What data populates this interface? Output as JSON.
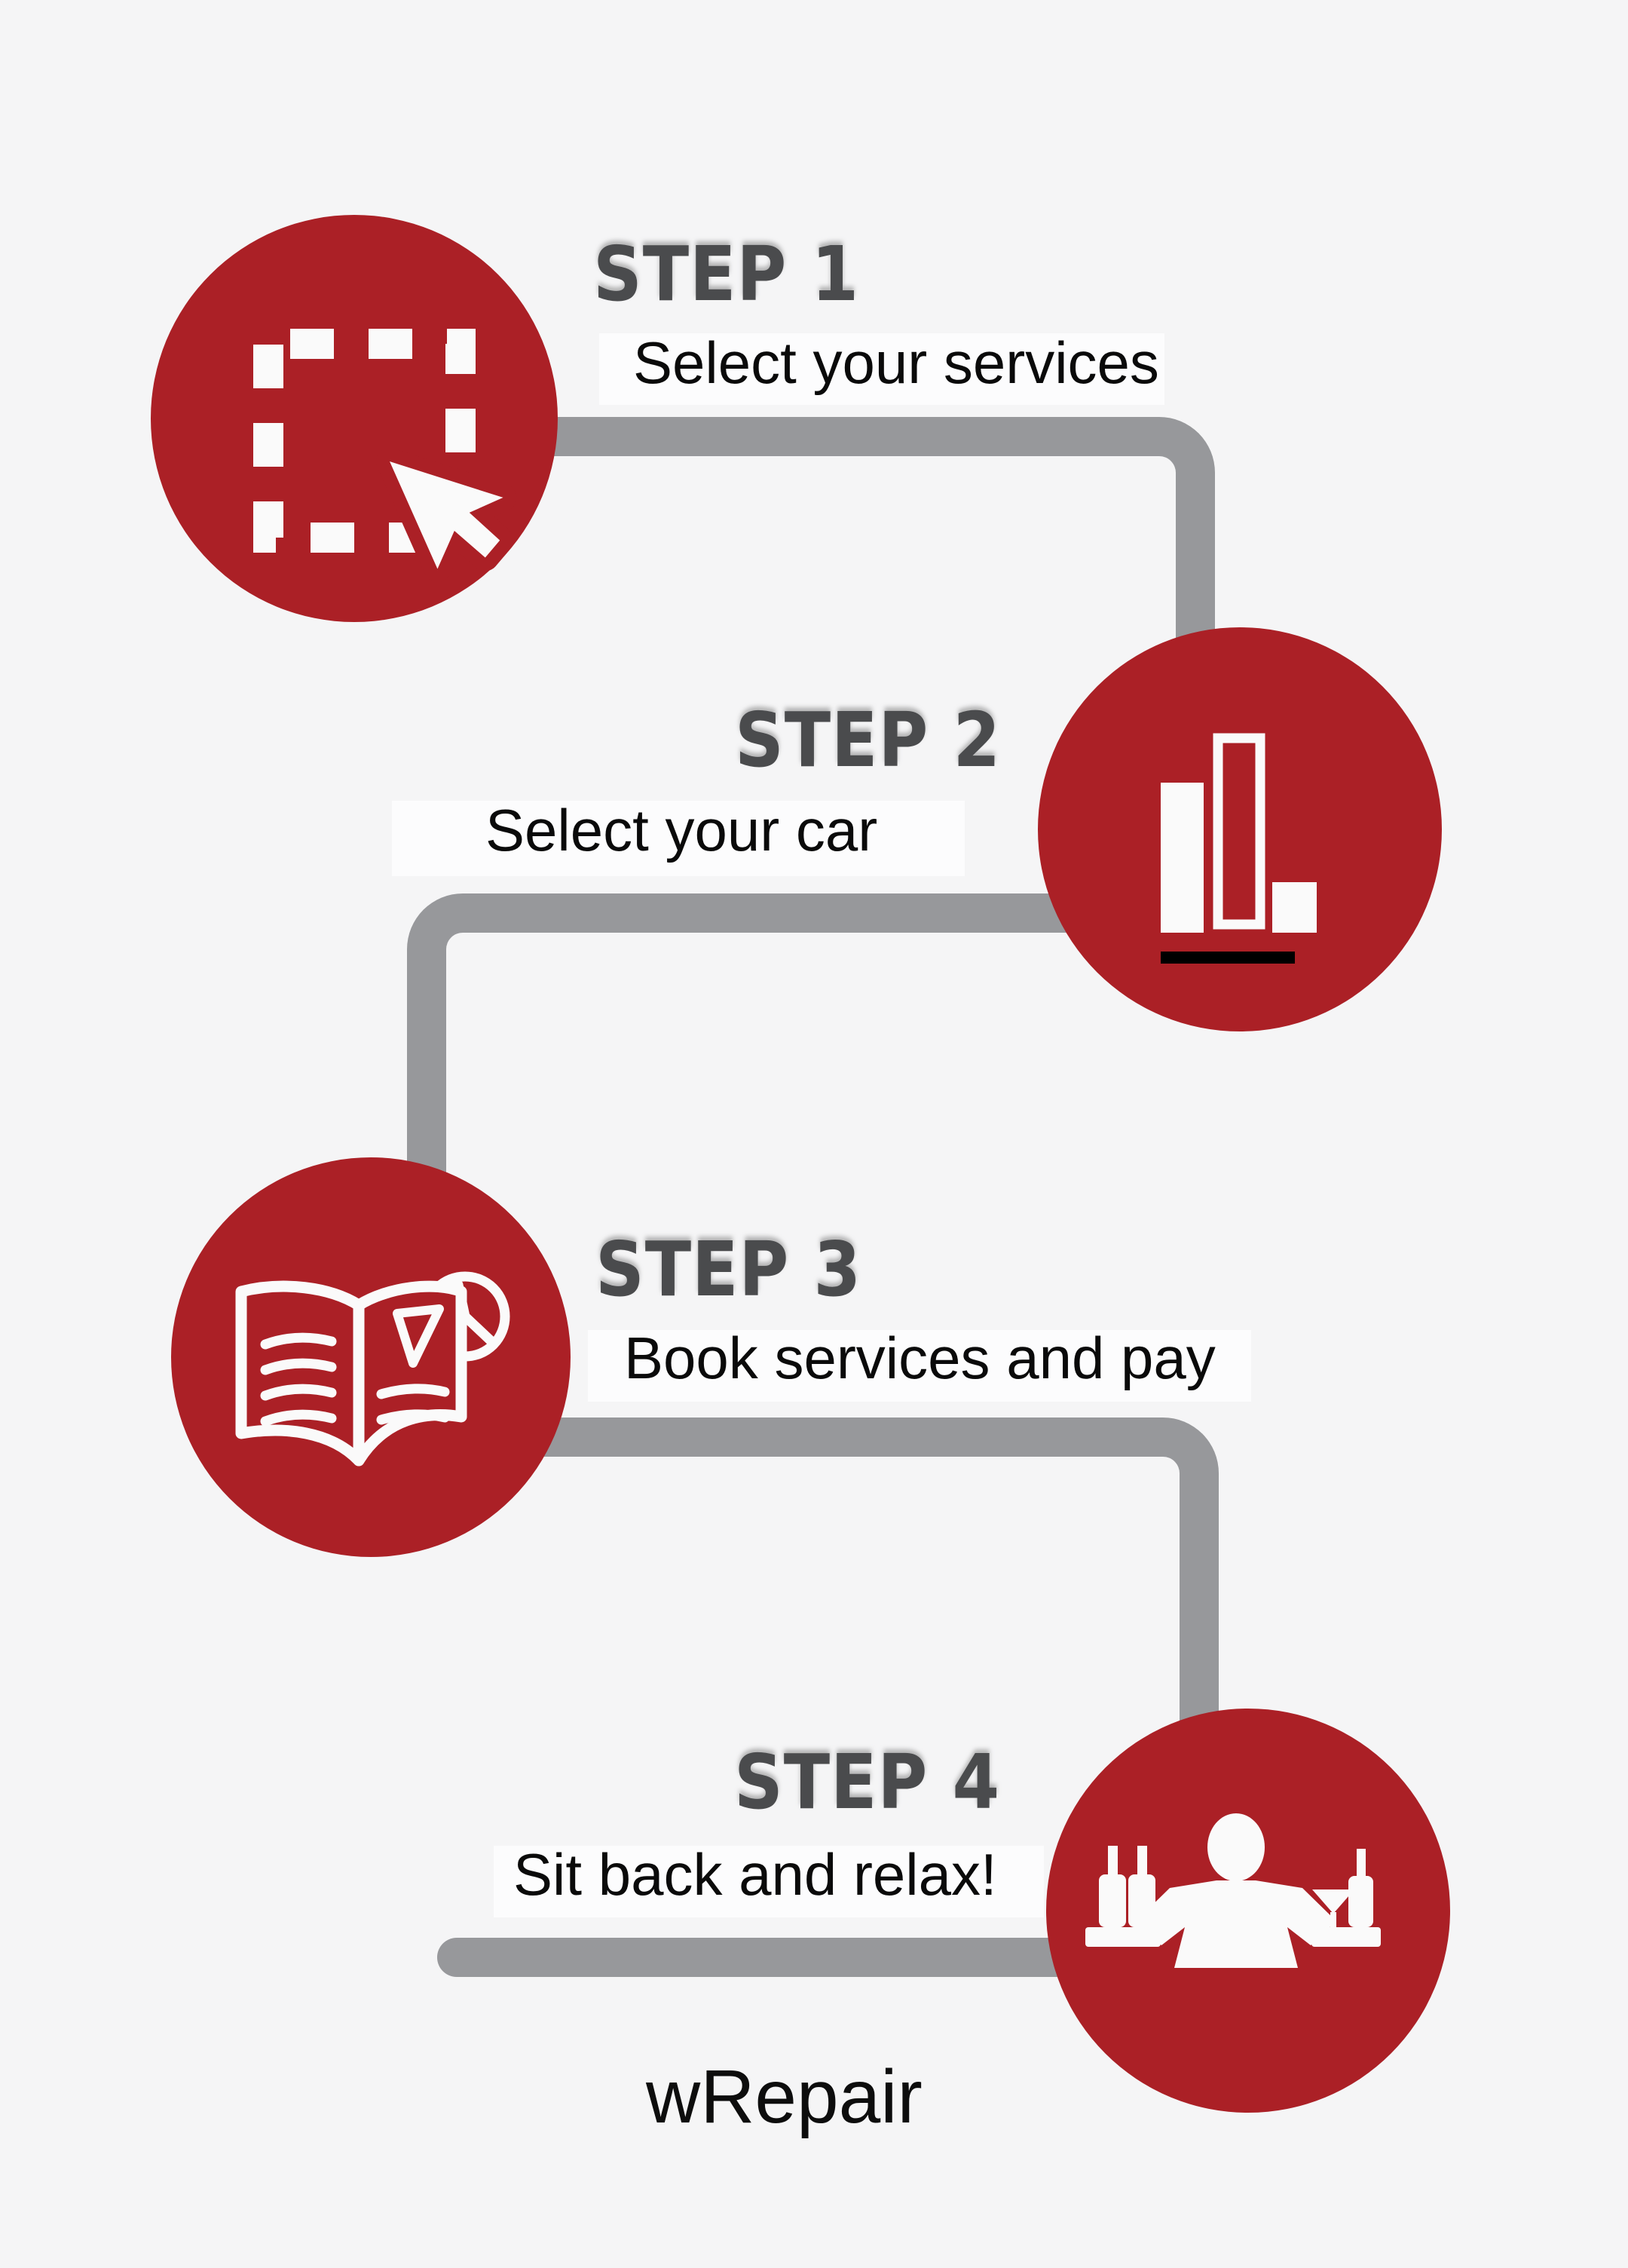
{
  "page": {
    "background_color": "#f5f5f6",
    "footer_label": "wRepair"
  },
  "colors": {
    "accent_red": "#ab2026",
    "connector_gray": "#97989b",
    "heading_gray": "#4a4b4d",
    "body_text_black": "#0a0a0a",
    "icon_white": "#fafafa",
    "chart_baseline_black": "#000000"
  },
  "steps": [
    {
      "label": "STEP 1",
      "subtitle": "Select your services",
      "icon": "selection-cursor"
    },
    {
      "label": "STEP 2",
      "subtitle": "Select your car",
      "icon": "bar-chart"
    },
    {
      "label": "STEP 3",
      "subtitle": "Book services and pay",
      "icon": "booking-schedule"
    },
    {
      "label": "STEP 4",
      "subtitle": "Sit back and relax!",
      "icon": "bartender"
    }
  ]
}
